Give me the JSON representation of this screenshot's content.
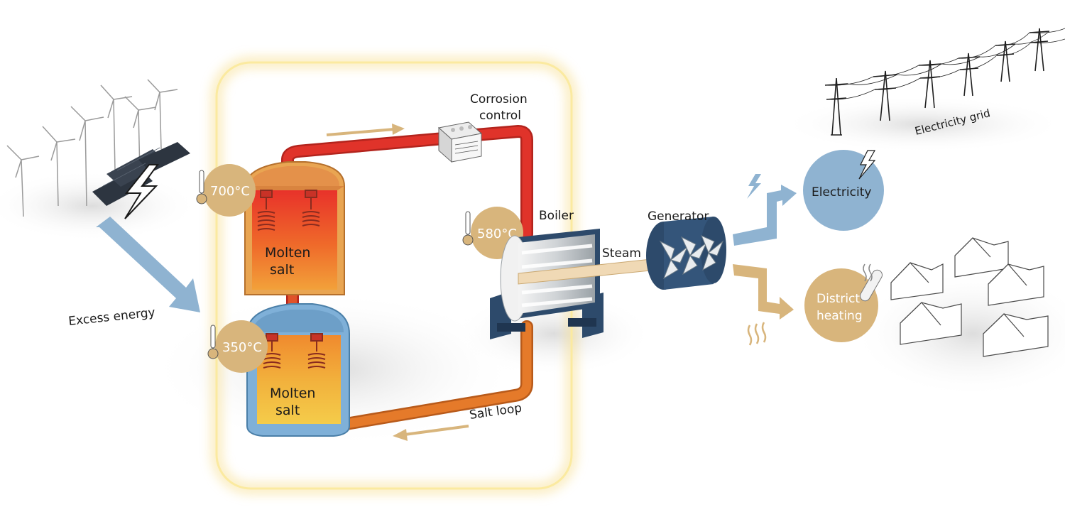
{
  "labels": {
    "excess_energy": "Excess energy",
    "corrosion_control_line1": "Corrosion",
    "corrosion_control_line2": "control",
    "boiler": "Boiler",
    "generator": "Generator",
    "steam": "Steam",
    "salt_loop": "Salt loop",
    "electricity_grid": "Electricity grid",
    "hot_tank_line1": "Molten",
    "hot_tank_line2": "salt",
    "cold_tank_line1": "Molten",
    "cold_tank_line2": "salt"
  },
  "temperatures": {
    "hot_tank": "700°C",
    "cold_tank": "350°C",
    "boiler": "580°C"
  },
  "outputs": {
    "electricity": "Electricity",
    "district_heating_line1": "District",
    "district_heating_line2": "heating"
  },
  "colors": {
    "gold": "#d8b57c",
    "blue": "#8fb3d1",
    "hot_pipe": "#e0332a",
    "cold_pipe": "#e57a2a",
    "cold_tank_shell": "#7fb0d8",
    "navy": "#2d4a6b",
    "glow": "#fbeaa0"
  },
  "icons": {
    "thermometer": "thermometer-icon",
    "lightning": "lightning-icon",
    "heat_waves": "heat-waves-icon"
  }
}
